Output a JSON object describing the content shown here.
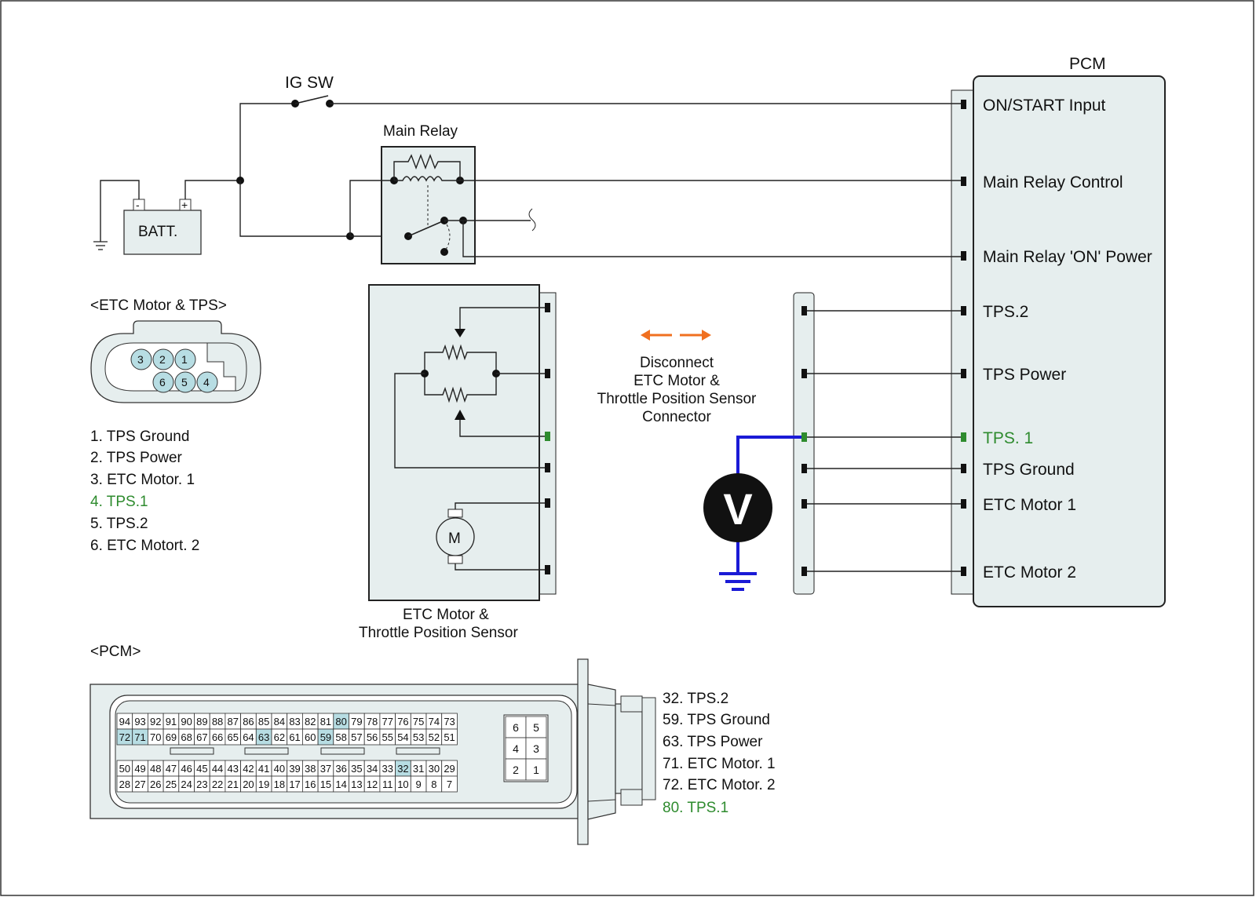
{
  "ig_sw": "IG SW",
  "main_relay": "Main Relay",
  "battery": {
    "label": "BATT.",
    "minus": "-",
    "plus": "+"
  },
  "pcm": {
    "title": "PCM",
    "pins": [
      "ON/START Input",
      "Main Relay Control",
      "Main Relay 'ON' Power",
      "TPS.2",
      "TPS Power",
      "TPS. 1",
      "TPS Ground",
      "ETC Motor 1",
      "ETC Motor 2"
    ]
  },
  "etc_connector": {
    "title": "<ETC Motor & TPS>",
    "pin_numbers_top": [
      "3",
      "2",
      "1"
    ],
    "pin_numbers_bottom": [
      "6",
      "5",
      "4"
    ],
    "legend": [
      "1. TPS Ground",
      "2. TPS Power",
      "3. ETC Motor. 1",
      "4. TPS.1",
      "5. TPS.2",
      "6. ETC Motort. 2"
    ]
  },
  "etc_component": {
    "line1": "ETC Motor &",
    "line2": "Throttle Position Sensor",
    "motor": "M"
  },
  "instruction": [
    "Disconnect",
    "ETC Motor &",
    "Throttle Position Sensor",
    "Connector"
  ],
  "voltmeter": "V",
  "pcm_connector": {
    "title": "<PCM>",
    "row1": [
      "94",
      "93",
      "92",
      "91",
      "90",
      "89",
      "88",
      "87",
      "86",
      "85",
      "84",
      "83",
      "82",
      "81",
      "80",
      "79",
      "78",
      "77",
      "76",
      "75",
      "74",
      "73"
    ],
    "row2": [
      "72",
      "71",
      "70",
      "69",
      "68",
      "67",
      "66",
      "65",
      "64",
      "63",
      "62",
      "61",
      "60",
      "59",
      "58",
      "57",
      "56",
      "55",
      "54",
      "53",
      "52",
      "51"
    ],
    "row3": [
      "50",
      "49",
      "48",
      "47",
      "46",
      "45",
      "44",
      "43",
      "42",
      "41",
      "40",
      "39",
      "38",
      "37",
      "36",
      "35",
      "34",
      "33",
      "32",
      "31",
      "30",
      "29"
    ],
    "row4": [
      "28",
      "27",
      "26",
      "25",
      "24",
      "23",
      "22",
      "21",
      "20",
      "19",
      "18",
      "17",
      "16",
      "15",
      "14",
      "13",
      "12",
      "11",
      "10",
      "9",
      "8",
      "7"
    ],
    "small_block": [
      [
        "6",
        "5"
      ],
      [
        "4",
        "3"
      ],
      [
        "2",
        "1"
      ]
    ],
    "highlighted": [
      "80",
      "72",
      "71",
      "63",
      "59",
      "32"
    ],
    "legend": [
      "32. TPS.2",
      "59. TPS Ground",
      "63. TPS Power",
      "71. ETC Motor. 1",
      "72. ETC Motor. 2",
      "80. TPS.1"
    ]
  },
  "colors": {
    "highlight_pin": "#b7dde3",
    "green": "#2e8b2e",
    "blue_wire": "#1a1ad6",
    "arrow": "#f07020",
    "panel": "#e6eeee"
  }
}
